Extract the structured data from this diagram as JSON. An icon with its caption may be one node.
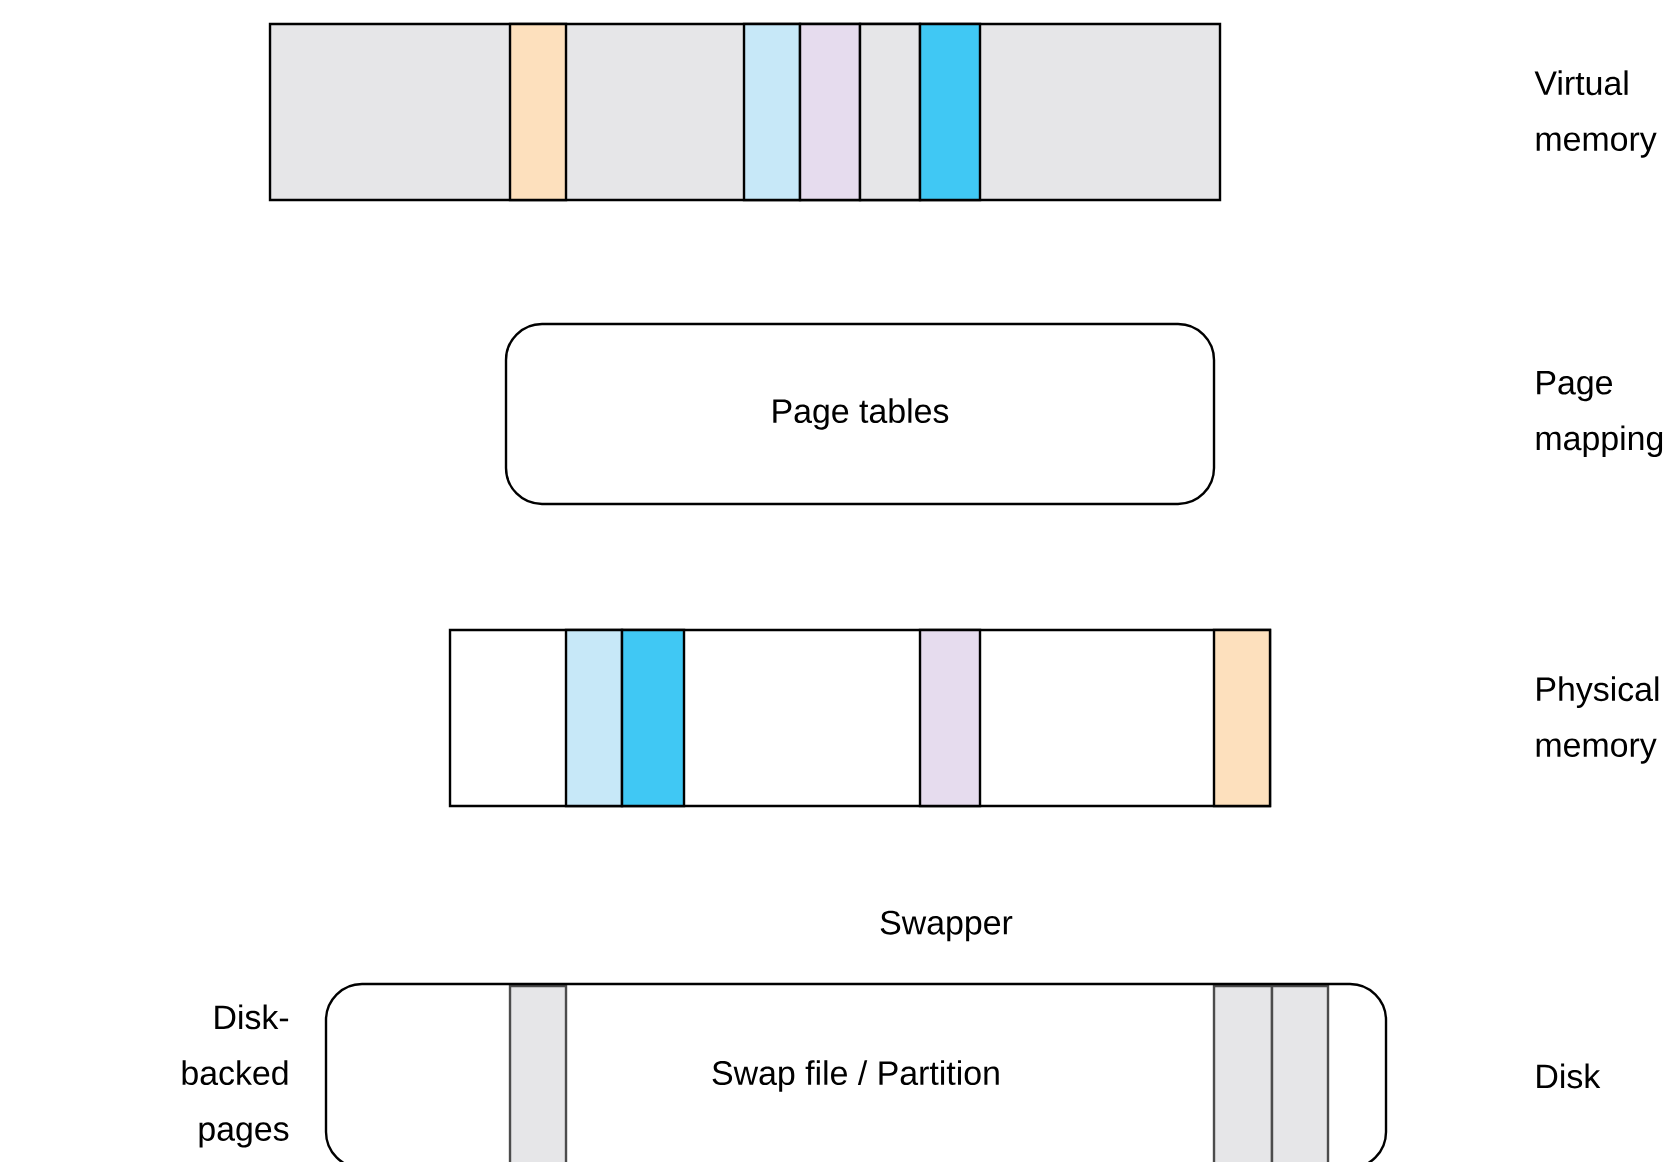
{
  "diagram": {
    "nodes": [
      {
        "text": [
          "Page tables"
        ]
      },
      {
        "text": [
          "Swap file / Partition"
        ]
      }
    ],
    "labels": [
      "Virtual memory",
      "Page mapping",
      "Physical memory",
      "Swapper",
      "Disk-backed pages",
      "Disk"
    ]
  }
}
